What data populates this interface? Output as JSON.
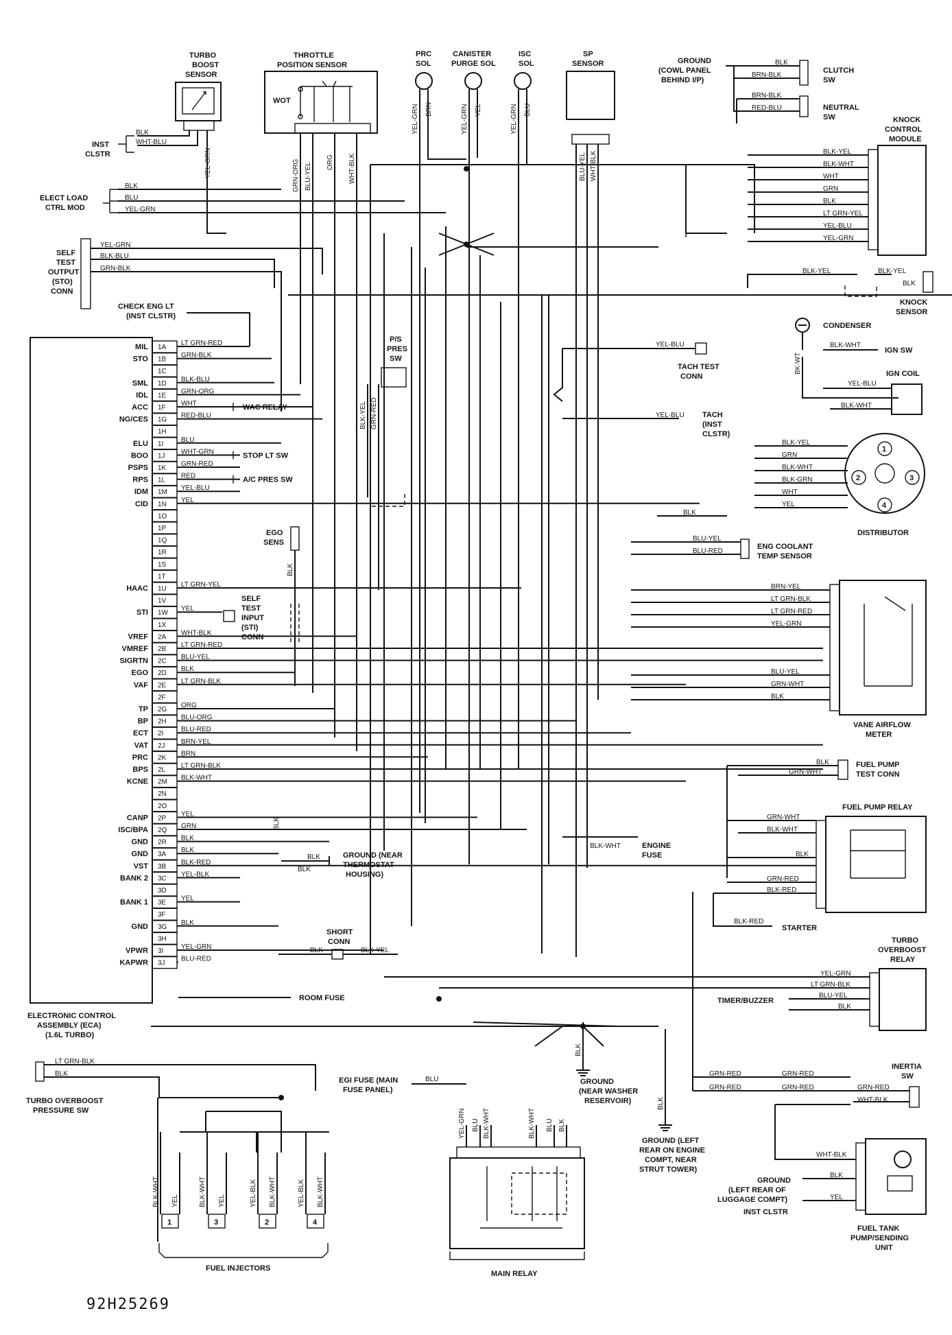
{
  "ecu": {
    "title_lines": [
      "ELECTRONIC CONTROL",
      "ASSEMBLY (ECA)",
      "(1.6L TURBO)"
    ],
    "pins": [
      {
        "pin": "1A",
        "func": "MIL",
        "wire": "LT GRN-RED"
      },
      {
        "pin": "1B",
        "func": "STO",
        "wire": "GRN-BLK"
      },
      {
        "pin": "1C",
        "func": "",
        "wire": ""
      },
      {
        "pin": "1D",
        "func": "SML",
        "wire": "BLK-BLU"
      },
      {
        "pin": "1E",
        "func": "IDL",
        "wire": "GRN-ORG"
      },
      {
        "pin": "1F",
        "func": "ACC",
        "wire": "WHT"
      },
      {
        "pin": "1G",
        "func": "NG/CES",
        "wire": "RED-BLU"
      },
      {
        "pin": "1H",
        "func": "",
        "wire": ""
      },
      {
        "pin": "1I",
        "func": "ELU",
        "wire": "BLU"
      },
      {
        "pin": "1J",
        "func": "BOO",
        "wire": "WHT-GRN"
      },
      {
        "pin": "1K",
        "func": "PSPS",
        "wire": "GRN-RED"
      },
      {
        "pin": "1L",
        "func": "RPS",
        "wire": "RED"
      },
      {
        "pin": "1M",
        "func": "IDM",
        "wire": "YEL-BLU"
      },
      {
        "pin": "1N",
        "func": "CID",
        "wire": "YEL"
      },
      {
        "pin": "1O",
        "func": "",
        "wire": ""
      },
      {
        "pin": "1P",
        "func": "",
        "wire": ""
      },
      {
        "pin": "1Q",
        "func": "",
        "wire": ""
      },
      {
        "pin": "1R",
        "func": "",
        "wire": ""
      },
      {
        "pin": "1S",
        "func": "",
        "wire": ""
      },
      {
        "pin": "1T",
        "func": "",
        "wire": ""
      },
      {
        "pin": "1U",
        "func": "HAAC",
        "wire": "LT GRN-YEL"
      },
      {
        "pin": "1V",
        "func": "",
        "wire": ""
      },
      {
        "pin": "1W",
        "func": "STI",
        "wire": "YEL"
      },
      {
        "pin": "1X",
        "func": "",
        "wire": ""
      },
      {
        "pin": "2A",
        "func": "VREF",
        "wire": "WHT-BLK"
      },
      {
        "pin": "2B",
        "func": "VMREF",
        "wire": "LT GRN-RED"
      },
      {
        "pin": "2C",
        "func": "SIGRTN",
        "wire": "BLU-YEL"
      },
      {
        "pin": "2D",
        "func": "EGO",
        "wire": "BLK"
      },
      {
        "pin": "2E",
        "func": "VAF",
        "wire": "LT GRN-BLK"
      },
      {
        "pin": "2F",
        "func": "",
        "wire": ""
      },
      {
        "pin": "2G",
        "func": "TP",
        "wire": "ORG"
      },
      {
        "pin": "2H",
        "func": "BP",
        "wire": "BLU-ORG"
      },
      {
        "pin": "2I",
        "func": "ECT",
        "wire": "BLU-RED"
      },
      {
        "pin": "2J",
        "func": "VAT",
        "wire": "BRN-YEL"
      },
      {
        "pin": "2K",
        "func": "PRC",
        "wire": "BRN"
      },
      {
        "pin": "2L",
        "func": "BPS",
        "wire": "LT GRN-BLK"
      },
      {
        "pin": "2M",
        "func": "KCNE",
        "wire": "BLK-WHT"
      },
      {
        "pin": "2N",
        "func": "",
        "wire": ""
      },
      {
        "pin": "2O",
        "func": "",
        "wire": ""
      },
      {
        "pin": "2P",
        "func": "CANP",
        "wire": "YEL"
      },
      {
        "pin": "2Q",
        "func": "ISC/BPA",
        "wire": "GRN"
      },
      {
        "pin": "2R",
        "func": "GND",
        "wire": "BLK"
      },
      {
        "pin": "3A",
        "func": "GND",
        "wire": "BLK"
      },
      {
        "pin": "3B",
        "func": "VST",
        "wire": "BLK-RED"
      },
      {
        "pin": "3C",
        "func": "BANK 2",
        "wire": "YEL-BLK"
      },
      {
        "pin": "3D",
        "func": "",
        "wire": ""
      },
      {
        "pin": "3E",
        "func": "BANK 1",
        "wire": "YEL"
      },
      {
        "pin": "3F",
        "func": "",
        "wire": ""
      },
      {
        "pin": "3G",
        "func": "GND",
        "wire": "BLK"
      },
      {
        "pin": "3H",
        "func": "",
        "wire": ""
      },
      {
        "pin": "3I",
        "func": "VPWR",
        "wire": "YEL-GRN"
      },
      {
        "pin": "3J",
        "func": "KAPWR",
        "wire": "BLU-RED"
      }
    ]
  },
  "top": {
    "turbo_boost": [
      "TURBO",
      "BOOST",
      "SENSOR"
    ],
    "throttle": [
      "THROTTLE",
      "POSITION SENSOR"
    ],
    "wot": "WOT",
    "prc": [
      "PRC",
      "SOL"
    ],
    "canister": [
      "CANISTER",
      "PURGE SOL"
    ],
    "isc": [
      "ISC",
      "SOL"
    ],
    "sp": [
      "SP",
      "SENSOR"
    ],
    "ground_cowl": [
      "GROUND",
      "(COWL PANEL",
      "BEHIND I/P)"
    ],
    "clutch": [
      "CLUTCH",
      "SW"
    ],
    "neutral": [
      "NEUTRAL",
      "SW"
    ],
    "kcm": [
      "KNOCK",
      "CONTROL",
      "MODULE"
    ],
    "inst_clstr": [
      "INST",
      "CLSTR"
    ],
    "elect_load": [
      "ELECT LOAD",
      "CTRL MOD"
    ],
    "self_test": [
      "SELF",
      "TEST",
      "OUTPUT",
      "(STO)",
      "CONN"
    ],
    "check_eng": [
      "CHECK ENG LT",
      "(INST CLSTR)"
    ],
    "knock_sensor": [
      "KNOCK",
      "SENSOR"
    ],
    "condenser": "CONDENSER",
    "ign_sw": "IGN SW",
    "ign_coil": "IGN COIL",
    "tach_test": [
      "TACH TEST",
      "CONN"
    ],
    "tach": [
      "TACH",
      "(INST",
      "CLSTR)"
    ],
    "ps_pres": [
      "P/S",
      "PRES",
      "SW"
    ]
  },
  "wires": {
    "blk": "BLK",
    "wht_blu": "WHT-BLU",
    "yel_grn": "YEL-GRN",
    "blu": "BLU",
    "blk_blu": "BLK-BLU",
    "grn_blk": "GRN-BLK",
    "yel_blu": "YEL-BLU",
    "grn_org": "GRN-ORG",
    "blu_yel": "BLU-YEL",
    "org": "ORG",
    "wht_blk": "WHT-BLK",
    "brn": "BRN",
    "yel": "YEL",
    "blk_yel": "BLK-YEL",
    "brn_blk": "BRN-BLK",
    "red_blu": "RED-BLU",
    "blk_wht": "BLK-WHT",
    "wht": "WHT",
    "grn": "GRN",
    "lt_grn_yel": "LT GRN-YEL",
    "blk_grn": "BLK-GRN",
    "blu_red": "BLU-RED",
    "brn_yel": "BRN-YEL",
    "lt_grn_blk": "LT GRN-BLK",
    "lt_grn_red": "LT GRN-RED",
    "grn_wht": "GRN-WHT",
    "grn_red": "GRN-RED",
    "blk_red": "BLK-RED",
    "wht_grn": "WHT-GRN",
    "blk_wt": "BK-WT",
    "blk_yel2": "BLK-YEL",
    "yel_blu_tach": "YEL-BLU",
    "blk_yel_v": "BLK-YEL"
  },
  "mid": {
    "wac_relay": "WAC RELAY",
    "stop_lt": "STOP LT SW",
    "ac_pres": "A/C PRES SW",
    "ego_sens": [
      "EGO",
      "SENS"
    ],
    "self_test_input": [
      "SELF",
      "TEST",
      "INPUT",
      "(STI)",
      "CONN"
    ],
    "distributor": "DISTRIBUTOR",
    "dist_terms": [
      "1",
      "2",
      "3",
      "4"
    ],
    "coolant": [
      "ENG COOLANT",
      "TEMP SENSOR"
    ],
    "vane": [
      "VANE AIRFLOW",
      "METER"
    ],
    "fp_test": [
      "FUEL PUMP",
      "TEST CONN"
    ],
    "fp_relay": "FUEL PUMP RELAY",
    "engine_fuse": [
      "ENGINE",
      "FUSE"
    ],
    "ground_thermo": [
      "GROUND (NEAR",
      "THERMOSTAT",
      "HOUSING)"
    ],
    "short_conn": [
      "SHORT",
      "CONN"
    ],
    "starter": "STARTER",
    "turbo_overboost_relay": [
      "TURBO",
      "OVERBOOST",
      "RELAY"
    ],
    "timer_buzzer": "TIMER/BUZZER",
    "room_fuse": "ROOM FUSE"
  },
  "bottom": {
    "turbo_overboost_sw": [
      "TURBO OVERBOOST",
      "PRESSURE SW"
    ],
    "egi_fuse": [
      "EGI FUSE (MAIN",
      "FUSE PANEL)"
    ],
    "ground_washer": [
      "GROUND",
      "(NEAR WASHER",
      "RESERVOIR)"
    ],
    "ground_left_rear": [
      "GROUND (LEFT",
      "REAR ON ENGINE",
      "COMPT, NEAR",
      "STRUT TOWER)"
    ],
    "inertia": [
      "INERTIA",
      "SW"
    ],
    "ground_luggage": [
      "GROUND",
      "(LEFT REAR OF",
      "LUGGAGE COMPT)"
    ],
    "inst_clstr": "INST CLSTR",
    "fuel_tank": [
      "FUEL TANK",
      "PUMP/SENDING",
      "UNIT"
    ],
    "fuel_injectors": "FUEL INJECTORS",
    "injector_nums": [
      "1",
      "3",
      "2",
      "4"
    ],
    "main_relay": "MAIN RELAY",
    "code": "92H25269"
  }
}
